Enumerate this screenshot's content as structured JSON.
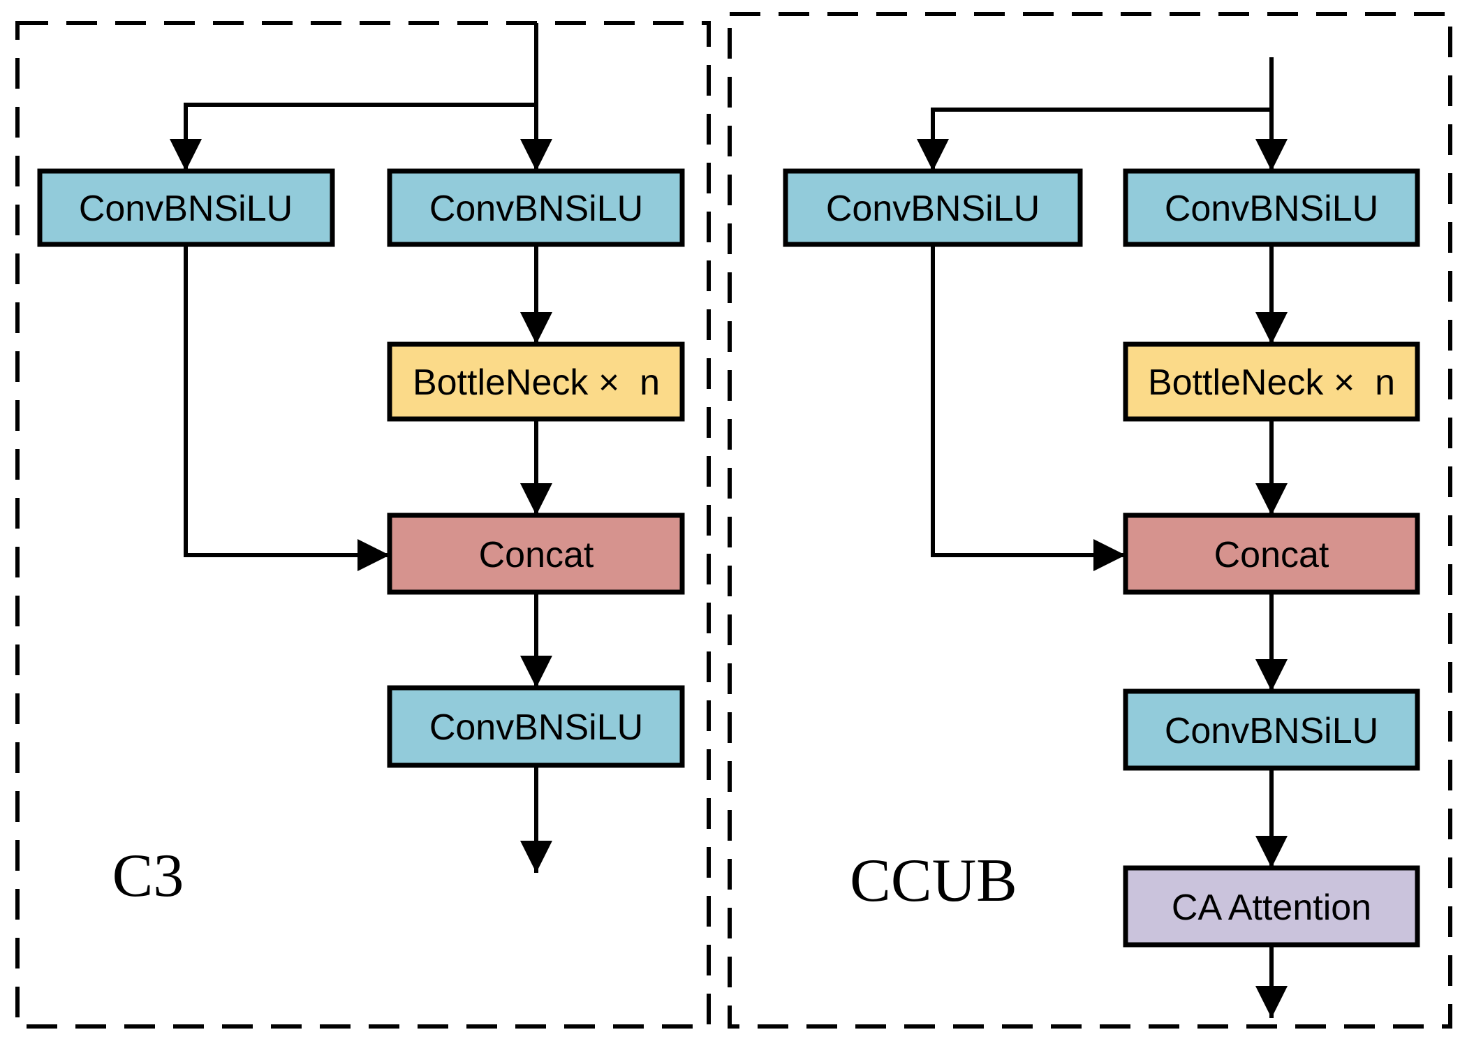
{
  "diagram": {
    "kind": "neural-network-block-diagram",
    "panels": [
      {
        "label": "C3",
        "branch_block": "ConvBNSiLU",
        "main_blocks": {
          "conv_top": "ConvBNSiLU",
          "bottleneck": "BottleNeck ×  n",
          "concat": "Concat",
          "conv_bottom": "ConvBNSiLU"
        }
      },
      {
        "label": "CCUB",
        "branch_block": "ConvBNSiLU",
        "main_blocks": {
          "conv_top": "ConvBNSiLU",
          "bottleneck": "BottleNeck ×  n",
          "concat": "Concat",
          "conv_bottom": "ConvBNSiLU",
          "attention": "CA Attention"
        }
      }
    ]
  },
  "colors": {
    "conv": "#92CBDA",
    "bottleneck": "#FBDA89",
    "concat": "#D6938E",
    "attention": "#CAC3DC",
    "line": "#000000",
    "background": "#FFFFFF"
  }
}
